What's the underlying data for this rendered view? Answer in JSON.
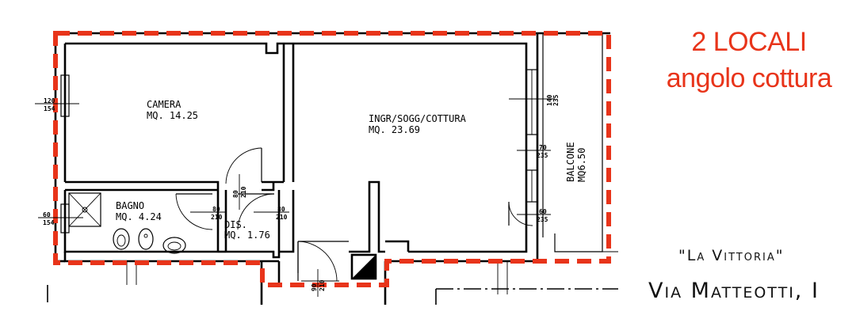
{
  "header": {
    "line1": "2 LOCALI",
    "line2": "angolo cottura"
  },
  "caption": {
    "building": "\"La Vittoria\"",
    "address": "Via Matteotti, I"
  },
  "rooms": [
    {
      "name": "CAMERA",
      "area": "MQ. 14.25"
    },
    {
      "name": "INGR/SOGG/COTTURA",
      "area": "MQ. 23.69"
    },
    {
      "name": "BAGNO",
      "area": "MQ. 4.24"
    },
    {
      "name": "DIS.",
      "area": "MQ. 1.76"
    },
    {
      "name": "BALCONE",
      "area": "MQ6.50"
    }
  ],
  "openings": [
    {
      "w": "120",
      "h": "154"
    },
    {
      "w": "60",
      "h": "154"
    },
    {
      "w": "80",
      "h": "210"
    },
    {
      "w": "80",
      "h": "210"
    },
    {
      "w": "80",
      "h": "210"
    },
    {
      "w": "90",
      "h": "210"
    },
    {
      "w": "140",
      "h": "235"
    },
    {
      "w": "70",
      "h": "235"
    },
    {
      "w": "60",
      "h": "235"
    }
  ],
  "colors": {
    "accent": "#e8341a",
    "line": "#000000"
  }
}
